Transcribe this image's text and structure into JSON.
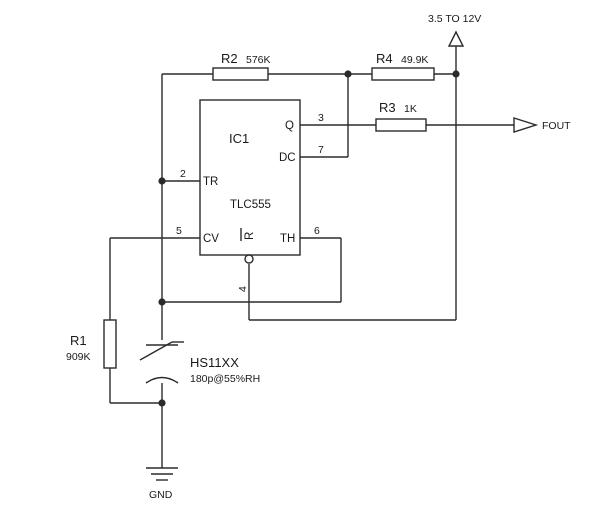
{
  "supply": {
    "label": "3.5 TO 12V"
  },
  "ground": {
    "label": "GND"
  },
  "output": {
    "label": "FOUT"
  },
  "ic": {
    "designator": "IC1",
    "part": "TLC555",
    "pins": {
      "q": {
        "name": "Q",
        "number": "3"
      },
      "dc": {
        "name": "DC",
        "number": "7"
      },
      "tr": {
        "name": "TR",
        "number": "2"
      },
      "cv": {
        "name": "CV",
        "number": "5"
      },
      "th": {
        "name": "TH",
        "number": "6"
      },
      "reset": {
        "name": "R",
        "number": "4"
      }
    }
  },
  "resistors": {
    "r1": {
      "designator": "R1",
      "value": "909K"
    },
    "r2": {
      "designator": "R2",
      "value": "576K"
    },
    "r3": {
      "designator": "R3",
      "value": "1K"
    },
    "r4": {
      "designator": "R4",
      "value": "49.9K"
    }
  },
  "sensor": {
    "designator": "HS11XX",
    "value": "180p@55%RH"
  }
}
